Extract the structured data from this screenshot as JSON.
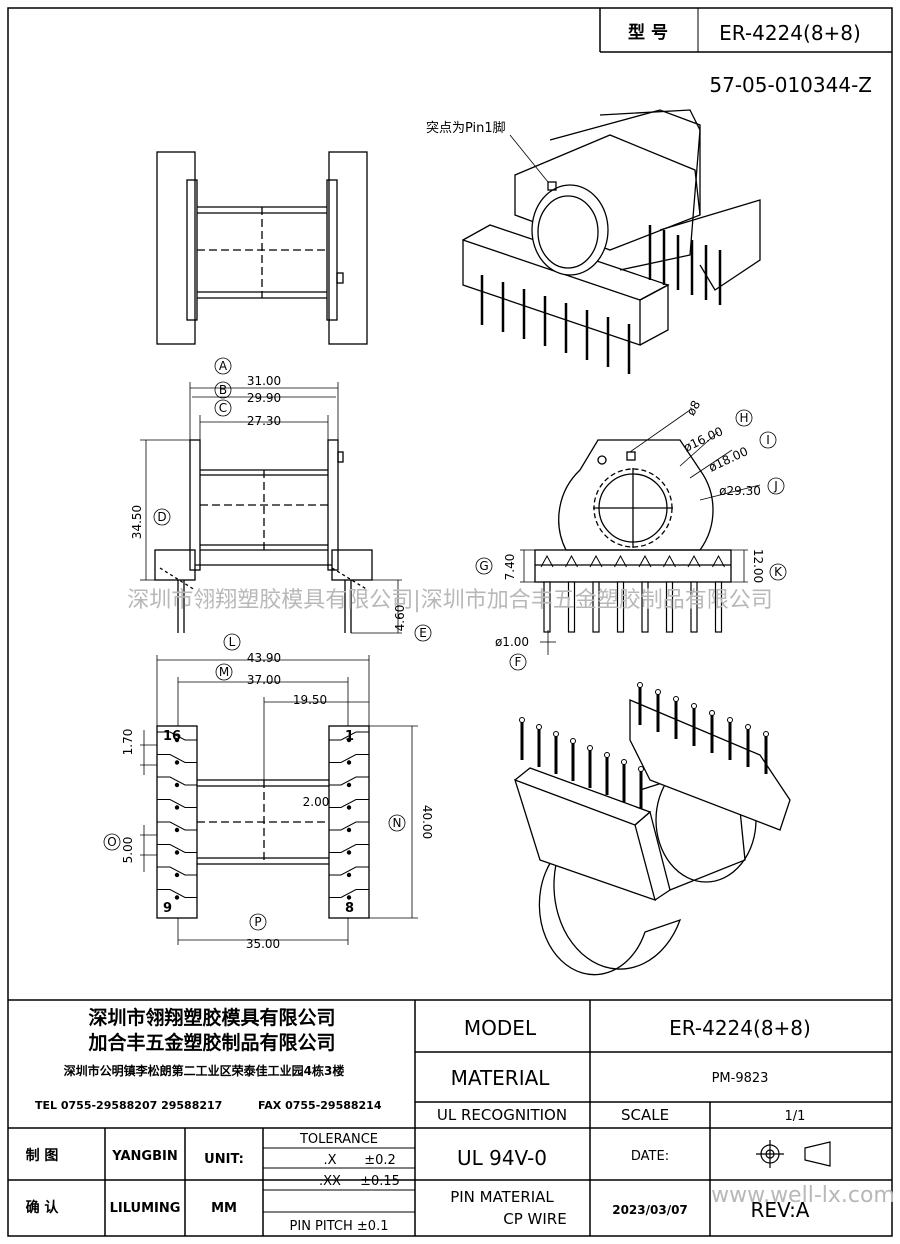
{
  "header": {
    "model_label": "型 号",
    "model_value": "ER-4224(8+8)",
    "part_number": "57-05-010344-Z"
  },
  "notes": {
    "pin1_note": "突点为Pin1脚"
  },
  "dimensions": {
    "A": "31.00",
    "B": "29.90",
    "C": "27.30",
    "D": "34.50",
    "E": "4.60",
    "F": "ø1.00",
    "G": "7.40",
    "H": "ø8",
    "I_inner": "ø16.00",
    "I_outer": "ø18.00",
    "J": "ø29.30",
    "K": "12.00",
    "L": "43.90",
    "M": "37.00",
    "half_width": "19.50",
    "pitch_top": "1.70",
    "gap": "2.00",
    "O": "5.00",
    "N": "40.00",
    "P": "35.00"
  },
  "callouts": [
    "A",
    "B",
    "C",
    "D",
    "E",
    "F",
    "G",
    "H",
    "I",
    "J",
    "K",
    "L",
    "M",
    "N",
    "O",
    "P"
  ],
  "pin_numbers": {
    "top_left": "16",
    "top_right": "1",
    "bottom_left": "9",
    "bottom_right": "8"
  },
  "watermark": "深圳市翎翔塑胶模具有限公司|深圳市加合丰五金塑胶制品有限公司",
  "title_block": {
    "company_1": "深圳市翎翔塑胶模具有限公司",
    "company_2": "加合丰五金塑胶制品有限公司",
    "address": "深圳市公明镇李松朗第二工业区荣泰佳工业园4栋3楼",
    "tel": "TEL 0755-29588207 29588217",
    "fax": "FAX 0755-29588214",
    "drawn_label": "制 图",
    "drawn_by": "YANGBIN",
    "checked_label": "确 认",
    "checked_by": "LILUMING",
    "unit_label": "UNIT:",
    "unit_value": "MM",
    "tolerance_label": "TOLERANCE",
    "tol_x_label": ".X",
    "tol_x_value": "±0.2",
    "tol_xx_label": ".XX",
    "tol_xx_value": "±0.15",
    "pin_pitch": "PIN PITCH ±0.1",
    "model_label": "MODEL",
    "model_value": "ER-4224(8+8)",
    "material_label": "MATERIAL",
    "material_value": "PM-9823",
    "ul_label": "UL RECOGNITION",
    "ul_value": "UL 94V-0",
    "scale_label": "SCALE",
    "scale_value": "1/1",
    "date_label": "DATE:",
    "date_value": "2023/03/07",
    "pin_material_label": "PIN MATERIAL",
    "pin_material_value": "CP WIRE",
    "rev": "REV:A",
    "website": "www.well-lx.com"
  }
}
